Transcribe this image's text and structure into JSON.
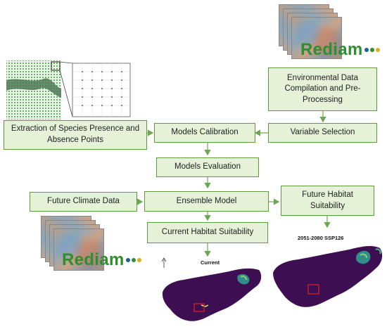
{
  "diagram": {
    "nodes": {
      "env_data": "Environmental Data Compilation and Pre-Processing",
      "variable_selection": "Variable Selection",
      "models_calibration": "Models Calibration",
      "species_points": "Extraction of Species Presence and Absence Points",
      "models_evaluation": "Models Evaluation",
      "ensemble_model": "Ensemble Model",
      "future_climate": "Future Climate Data",
      "future_habitat": "Future Habitat Suitability",
      "current_habitat": "Current Habitat Suitability"
    },
    "maps": {
      "current_title": "Current",
      "future_title": "2051-2080 SSP126"
    },
    "logo_top": "Rediam",
    "logo_bottom": "Rediam"
  },
  "colors": {
    "box_fill": "#e6f2d8",
    "box_border": "#5c9a3c",
    "arrow": "#6aa84f",
    "map_region": "#3d0f52",
    "logo_green": "#2f8f2f"
  }
}
